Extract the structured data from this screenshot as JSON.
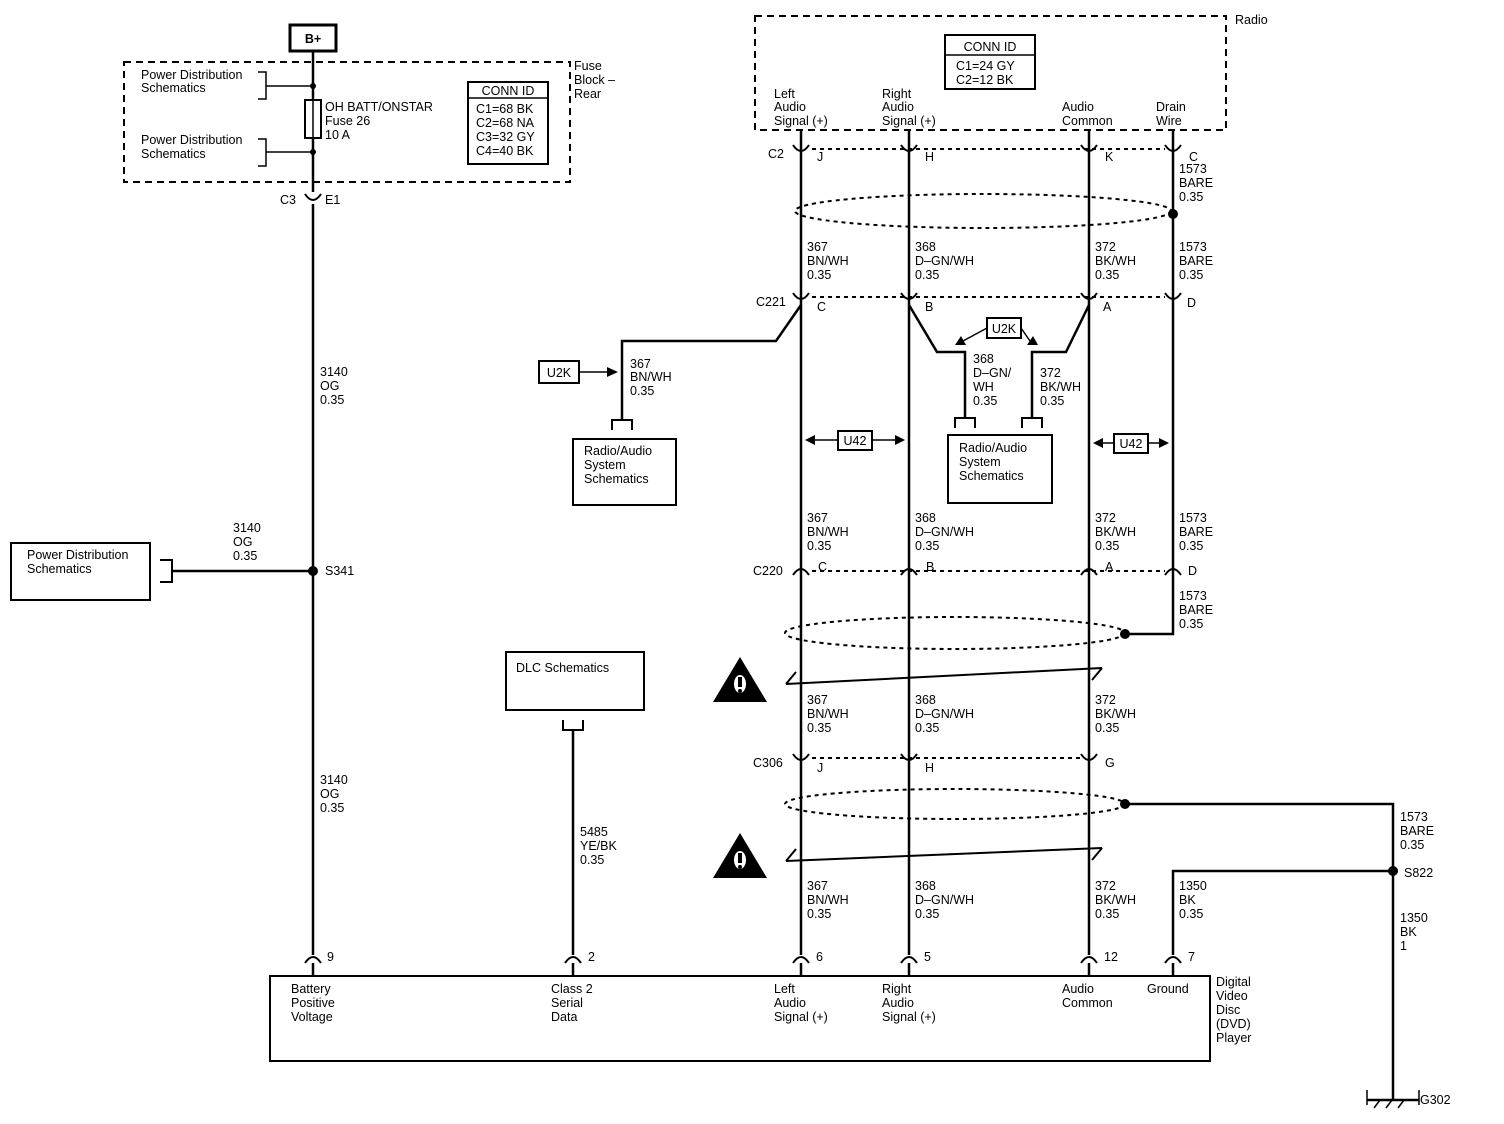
{
  "fuse_block": {
    "battery_label": "B+",
    "title": [
      "Fuse",
      "Block –",
      "Rear"
    ],
    "pd_top": [
      "Power Distribution",
      "Schematics"
    ],
    "pd_bottom": [
      "Power Distribution",
      "Schematics"
    ],
    "fuse": [
      "OH BATT/ONSTAR",
      "Fuse 26",
      "10 A"
    ],
    "conn_id_title": "CONN ID",
    "conn_ids": [
      "C1=68 BK",
      "C2=68 NA",
      "C3=32 GY",
      "C4=40 BK"
    ],
    "connector": "C3",
    "pin": "E1"
  },
  "radio": {
    "title": "Radio",
    "conn_id_title": "CONN ID",
    "conn_ids": [
      "C1=24 GY",
      "C2=12 BK"
    ],
    "left_audio": [
      "Left",
      "Audio",
      "Signal (+)"
    ],
    "right_audio": [
      "Right",
      "Audio",
      "Signal (+)"
    ],
    "audio_common": [
      "Audio",
      "Common"
    ],
    "drain_wire": [
      "Drain",
      "Wire"
    ],
    "connector": "C2",
    "pins": [
      "J",
      "H",
      "K",
      "C"
    ]
  },
  "wires": {
    "w3140": [
      "3140",
      "OG",
      "0.35"
    ],
    "w367": [
      "367",
      "BN/WH",
      "0.35"
    ],
    "w368": [
      "368",
      "D–GN/WH",
      "0.35"
    ],
    "w372": [
      "372",
      "BK/WH",
      "0.35"
    ],
    "w1573": [
      "1573",
      "BARE",
      "0.35"
    ],
    "w5485": [
      "5485",
      "YE/BK",
      "0.35"
    ],
    "w1350": [
      "1350",
      "BK",
      "0.35"
    ],
    "w1350_main": [
      "1350",
      "BK",
      "1"
    ],
    "w368_branch": [
      "368",
      "D–GN/",
      "WH",
      "0.35"
    ]
  },
  "connectors": {
    "c221": {
      "name": "C221",
      "pins": [
        "C",
        "B",
        "A",
        "D"
      ]
    },
    "c220": {
      "name": "C220",
      "pins": [
        "C",
        "B",
        "A",
        "D"
      ]
    },
    "c306": {
      "name": "C306",
      "pins": [
        "J",
        "H",
        "G"
      ]
    }
  },
  "splices": {
    "s341": "S341",
    "s822": "S822"
  },
  "options": {
    "u2k": "U2K",
    "u42": "U42"
  },
  "refs": {
    "radio_audio": [
      "Radio/Audio",
      "System",
      "Schematics"
    ],
    "pd_left": [
      "Power Distribution",
      "Schematics"
    ],
    "dlc": "DLC Schematics"
  },
  "dvd": {
    "title": [
      "Digital",
      "Video",
      "Disc",
      "(DVD)",
      "Player"
    ],
    "battery": [
      "Battery",
      "Positive",
      "Voltage"
    ],
    "class2": [
      "Class 2",
      "Serial",
      "Data"
    ],
    "left_audio": [
      "Left",
      "Audio",
      "Signal (+)"
    ],
    "right_audio": [
      "Right",
      "Audio",
      "Signal (+)"
    ],
    "audio_common": [
      "Audio",
      "Common"
    ],
    "ground": "Ground",
    "pins": [
      "9",
      "2",
      "6",
      "5",
      "12",
      "7"
    ]
  },
  "ground_label": "G302"
}
